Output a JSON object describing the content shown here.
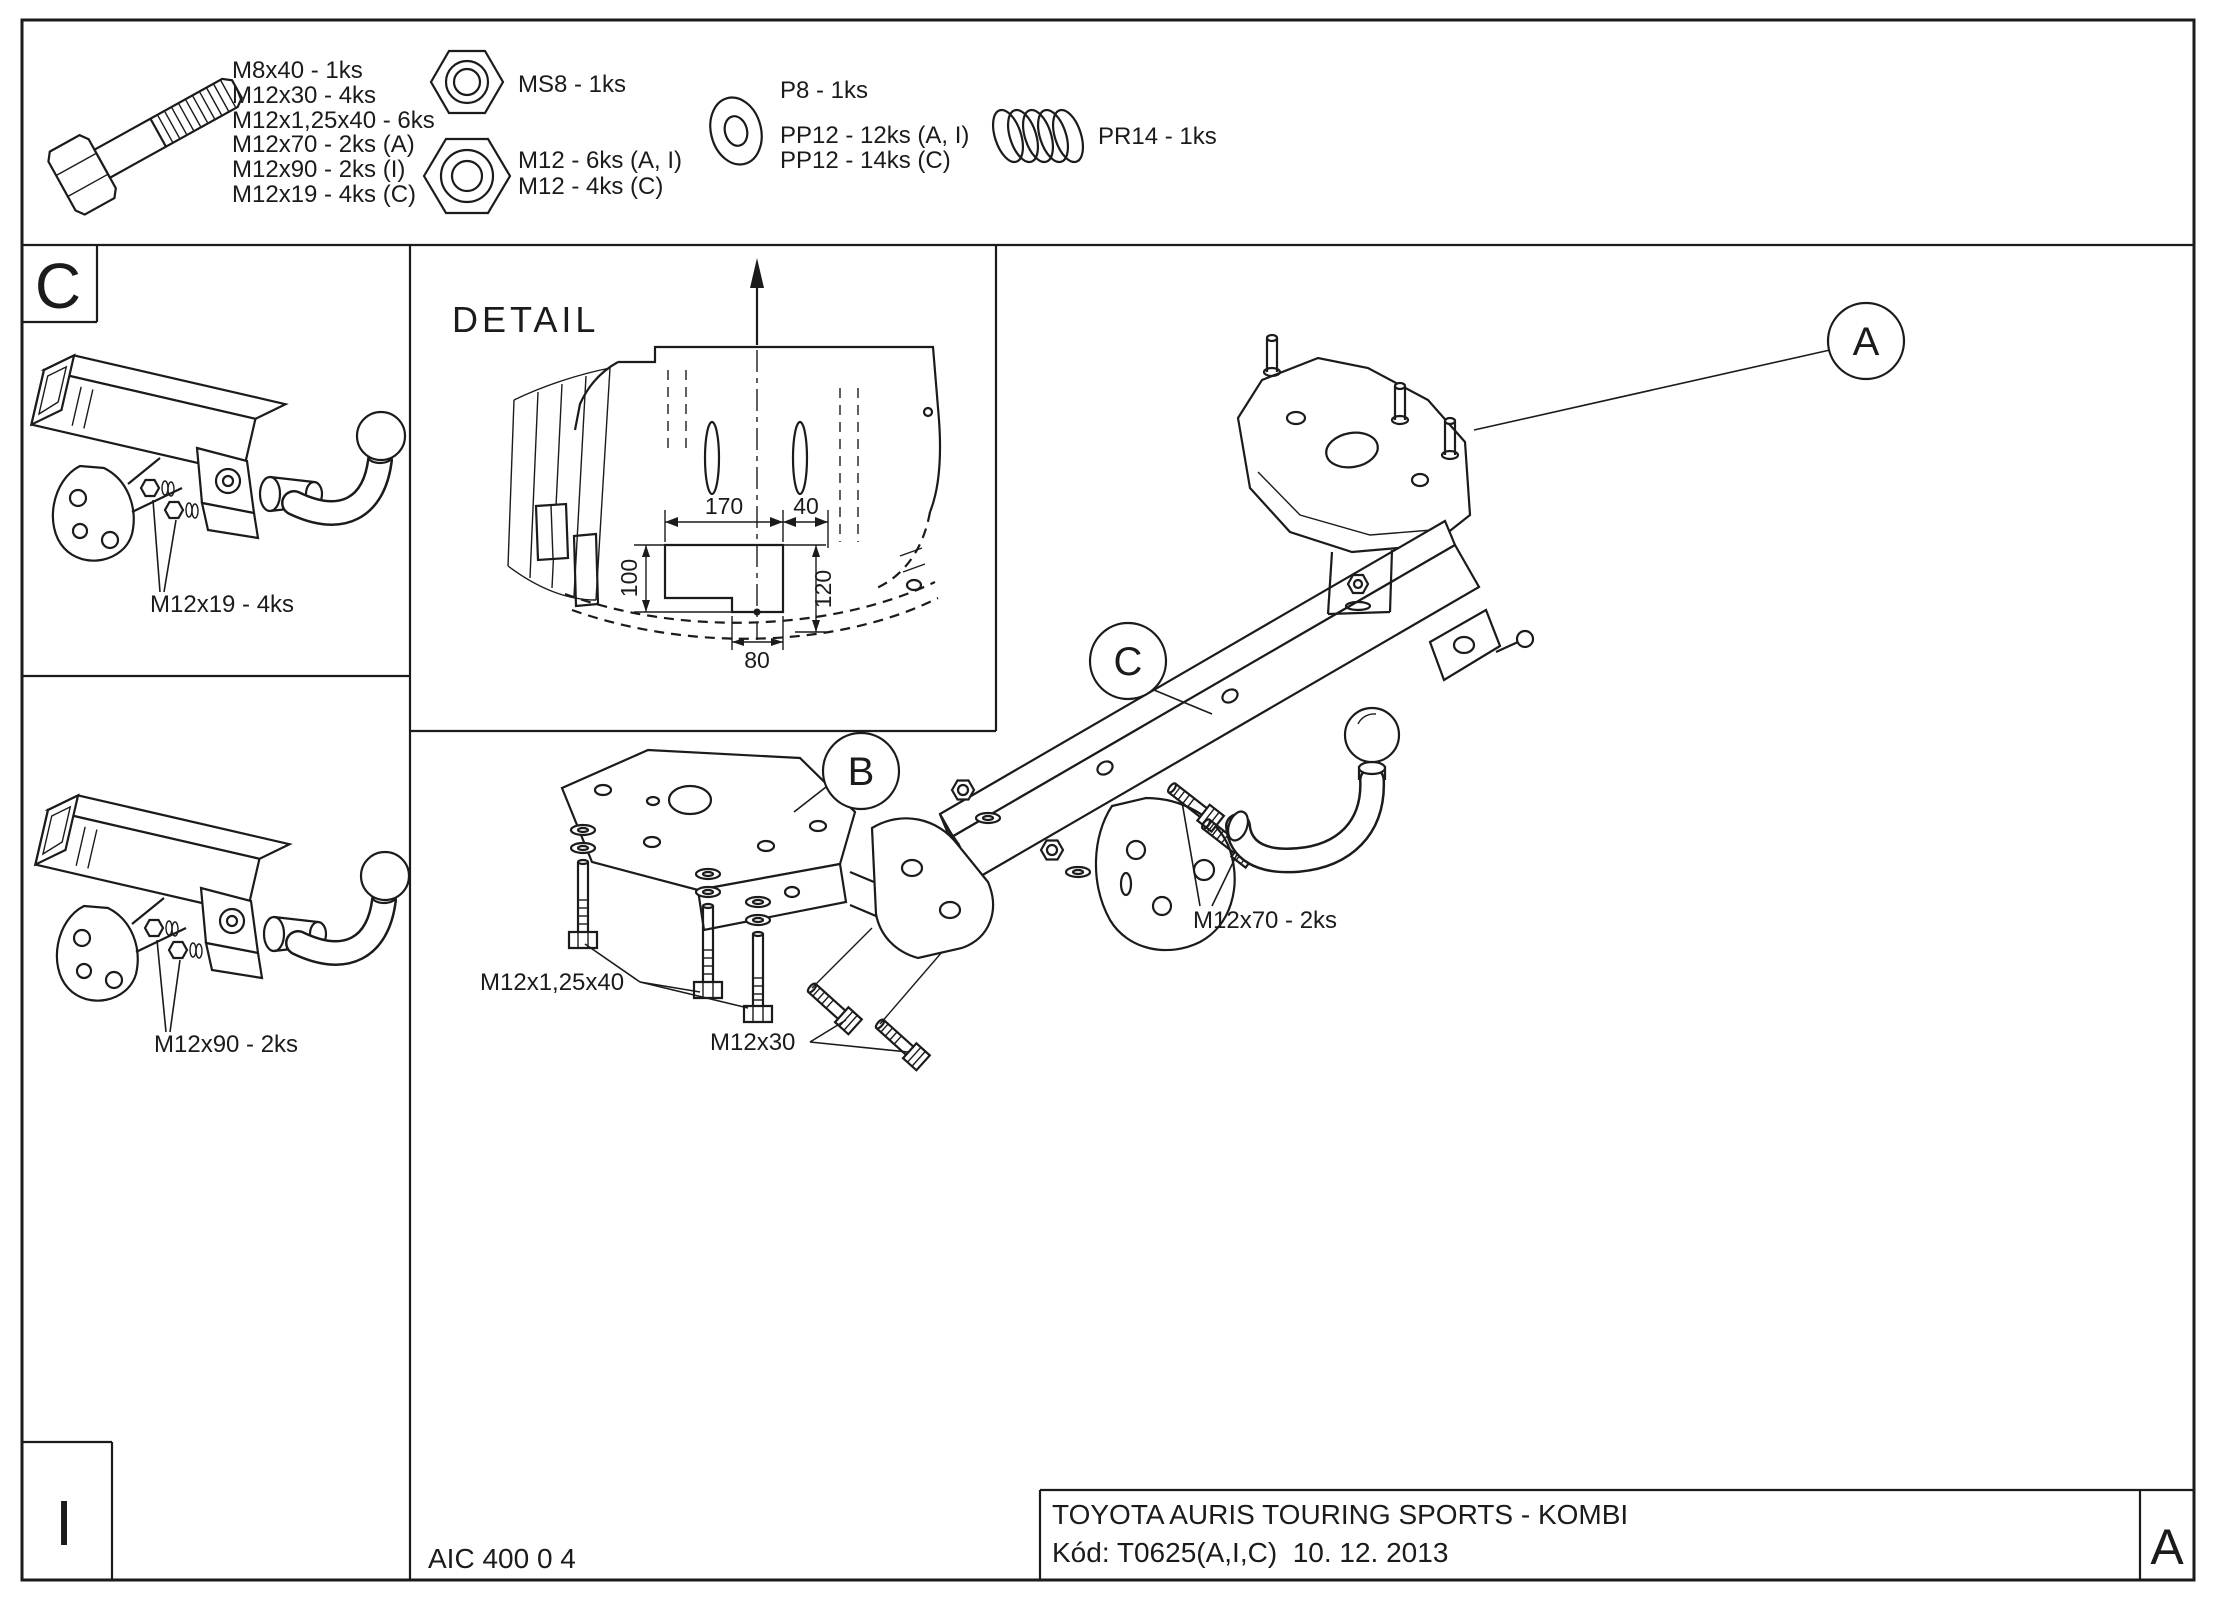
{
  "parts_list": {
    "bolts": {
      "labels": [
        "M8x40 - 1ks",
        "M12x30 - 4ks",
        "M12x1,25x40 - 6ks",
        "M12x70 - 2ks (A)",
        "M12x90 - 2ks (I)",
        "M12x19 - 4ks (C)"
      ]
    },
    "nut_small": {
      "label": "MS8 - 1ks"
    },
    "nut_large": {
      "labels": [
        "M12 - 6ks (A, I)",
        "M12 - 4ks (C)"
      ]
    },
    "washers": {
      "labels": [
        "P8 - 1ks",
        "PP12 - 12ks (A, I)",
        "PP12 - 14ks (C)"
      ]
    },
    "spring": {
      "label": "PR14 - 1ks"
    }
  },
  "view_c": {
    "letter": "C",
    "callout": "M12x19 - 4ks"
  },
  "view_i": {
    "letter": "I",
    "callout": "M12x90 - 2ks"
  },
  "detail": {
    "title": "DETAIL",
    "dim_170": "170",
    "dim_40": "40",
    "dim_100": "100",
    "dim_120": "120",
    "dim_80": "80"
  },
  "assembly": {
    "balloon_a": "A",
    "balloon_b": "B",
    "balloon_c": "C",
    "callout_m12x70": "M12x70 - 2ks",
    "callout_m12x125": "M12x1,25x40",
    "callout_m12x30": "M12x30"
  },
  "title_block": {
    "doc_number": "AIC 400 0 4",
    "title": "TOYOTA AURIS TOURING SPORTS - KOMBI",
    "code_date": "Kód: T0625(A,I,C)  10. 12. 2013",
    "revision": "A"
  }
}
